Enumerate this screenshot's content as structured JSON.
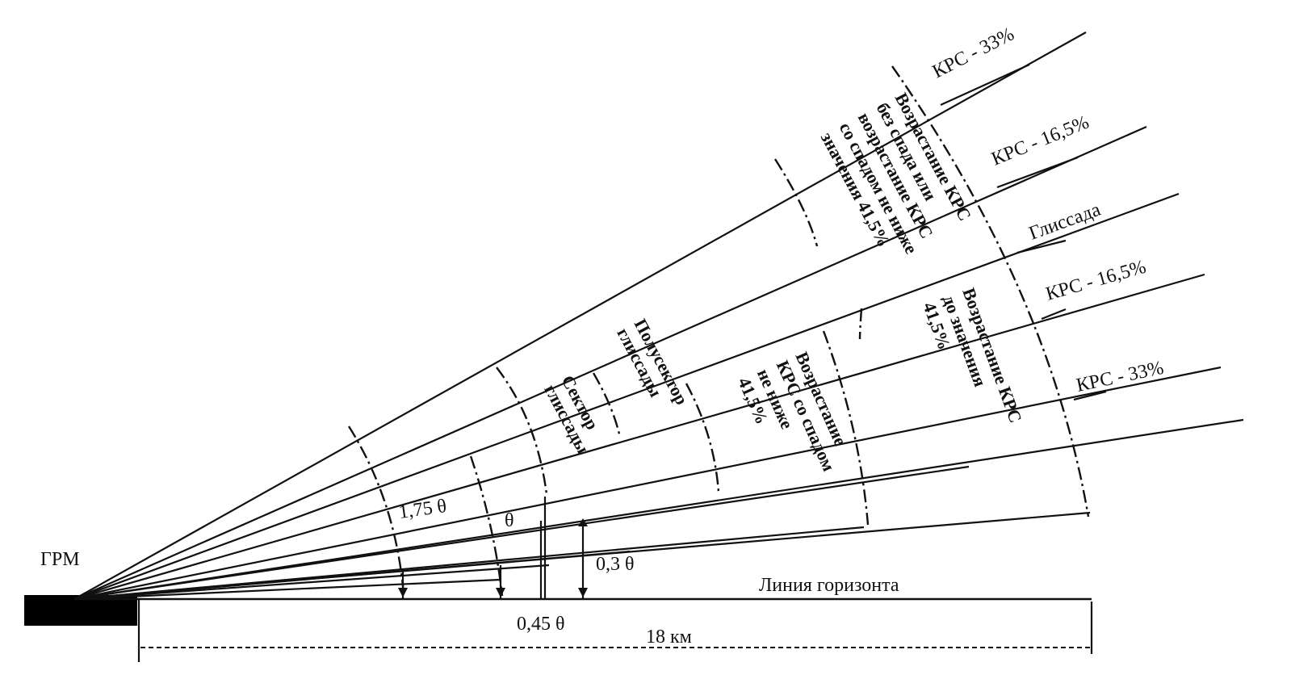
{
  "station_label": "ГРМ",
  "ray_labels": [
    {
      "id": "krs-33-upper",
      "text": "КРС - 33%"
    },
    {
      "id": "krs-16-upper",
      "text": "КРС - 16,5%"
    },
    {
      "id": "glideslope",
      "text": "Глиссада"
    },
    {
      "id": "krs-16-lower",
      "text": "КРС - 16,5%"
    },
    {
      "id": "krs-33-lower",
      "text": "КРС - 33%"
    }
  ],
  "zone_labels": {
    "upper_growth": [
      "Возрастание КРС",
      "без спада или",
      "возрастание КРС",
      "со спадом не ниже",
      "значения 41,5%"
    ],
    "half_sector": [
      "Полусектор",
      "глиссады"
    ],
    "sector": [
      "Сектор",
      "глиссады"
    ],
    "mid_growth": [
      "Возрастание",
      "КРС со спадом",
      "не ниже",
      "41,5%"
    ],
    "lower_growth": [
      "Возрастание КРС",
      "до значения",
      "41,5%"
    ]
  },
  "angle_labels": {
    "a175": "1,75 θ",
    "theta": "θ",
    "a03": "0,3 θ",
    "a045": "0,45 θ"
  },
  "horizon_label": "Линия горизонта",
  "distance_label": "18 км"
}
